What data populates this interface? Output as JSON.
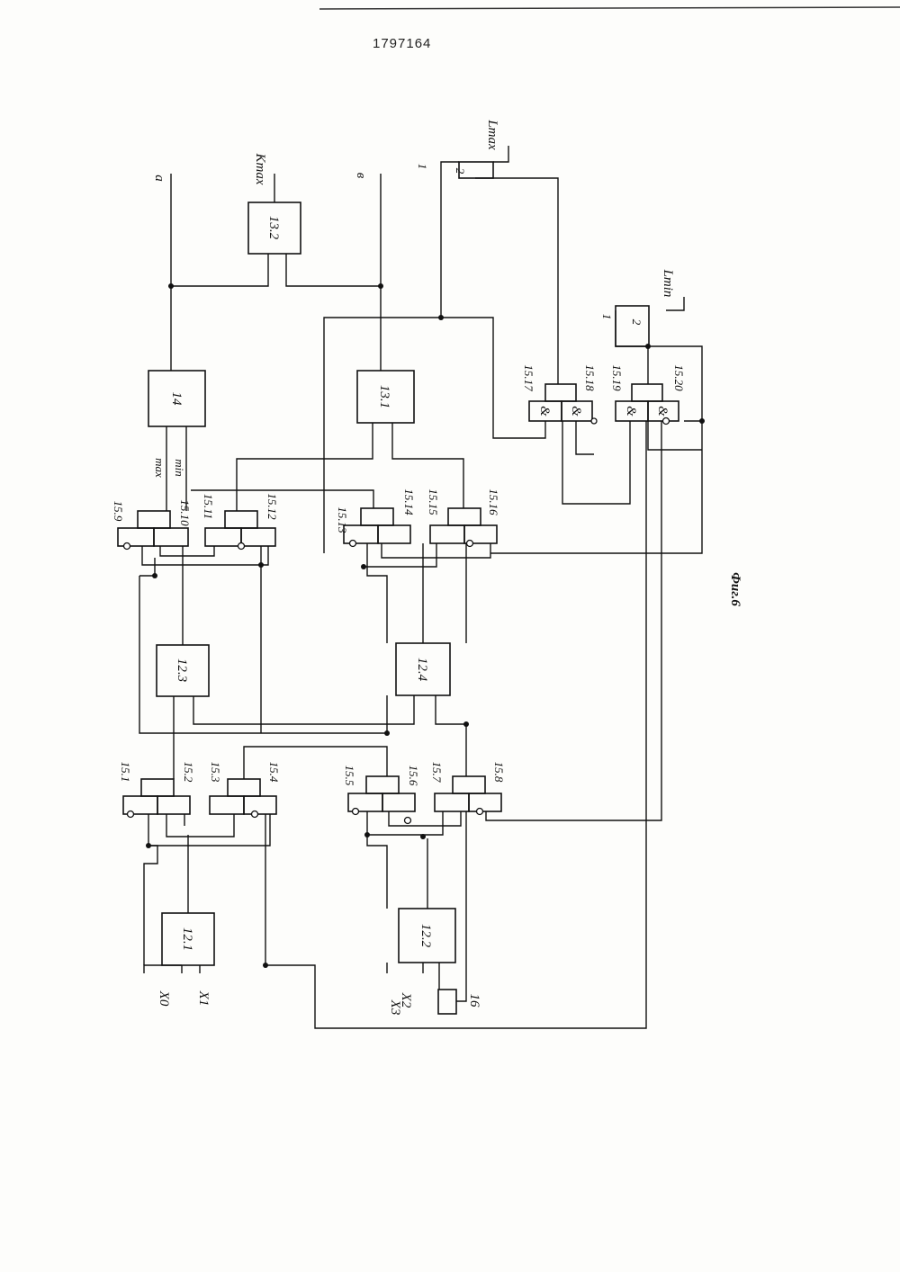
{
  "header": {
    "patent_number": "1797164"
  },
  "figure": {
    "caption": "Фиг.6",
    "blocks": {
      "b12_1": "12.1",
      "b12_2": "12.2",
      "b12_3": "12.3",
      "b12_4": "12.4",
      "b13_1": "13.1",
      "b13_2": "13.2",
      "b14": "14",
      "b16": "16"
    },
    "cells": {
      "c15_1": "15.1",
      "c15_2": "15.2",
      "c15_3": "15.3",
      "c15_4": "15.4",
      "c15_5": "15.5",
      "c15_6": "15.6",
      "c15_7": "15.7",
      "c15_8": "15.8",
      "c15_9": "15.9",
      "c15_10": "15.10",
      "c15_11": "15.11",
      "c15_12": "15.12",
      "c15_13": "15.13",
      "c15_14": "15.14",
      "c15_15": "15.15",
      "c15_16": "15.16",
      "c15_17": "15.17",
      "c15_18": "15.18",
      "c15_19": "15.19",
      "c15_20": "15.20"
    },
    "and_symbol": "&",
    "signals": {
      "a": "a",
      "b": "в",
      "kmax": "Kmax",
      "lmax": "Lmax",
      "lmin": "Lmin",
      "max": "max",
      "min": "min",
      "x0": "X0",
      "x1": "X1",
      "x2": "X2",
      "x3": "X3",
      "one": "1",
      "two": "2"
    }
  }
}
